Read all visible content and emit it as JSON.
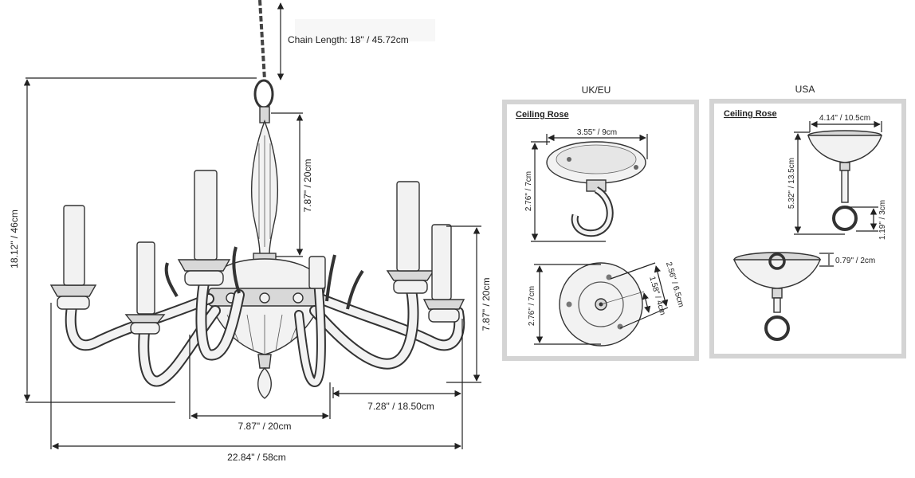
{
  "chandelier": {
    "chain_length": "Chain Length: 18\" / 45.72cm",
    "total_height": "18.12\" / 46cm",
    "stem_height": "7.87\" / 20cm",
    "arm_height": "7.87\" / 20cm",
    "arm_reach": "7.28\" / 18.50cm",
    "center_width": "7.87\" / 20cm",
    "total_width": "22.84\" / 58cm"
  },
  "ukeu": {
    "heading": "UK/EU",
    "title": "Ceiling Rose",
    "rose_width": "3.55\" / 9cm",
    "hook_height": "2.76\" / 7cm",
    "base_diameter": "2.76\" / 7cm",
    "outer_ring": "2.56\" / 6.5cm",
    "inner_ring": "1.58\" / 4cm"
  },
  "usa": {
    "heading": "USA",
    "title": "Ceiling Rose",
    "canopy_width": "4.14\" / 10.5cm",
    "total_height": "5.32\" / 13.5cm",
    "ring_height": "1.19\" / 3cm",
    "cup_depth": "0.79\" / 2cm"
  },
  "colors": {
    "line": "#222222",
    "panel_border": "#d4d4d4",
    "fill": "#f2f2f2"
  }
}
